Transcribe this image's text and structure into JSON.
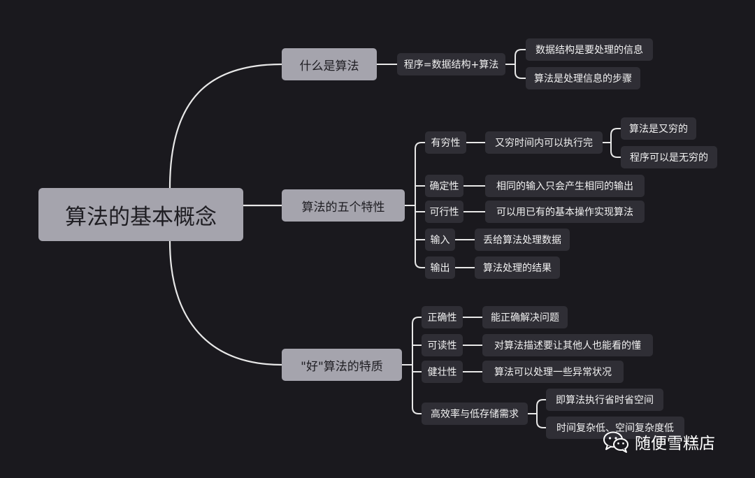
{
  "root": "算法的基本概念",
  "what": {
    "label": "什么是算法",
    "child": "程序=数据结构+算法",
    "leaves": [
      "数据结构是要处理的信息",
      "算法是处理信息的步骤"
    ]
  },
  "five": {
    "label": "算法的五个特性",
    "finite": {
      "label": "有穷性",
      "desc": "又穷时间内可以执行完",
      "leaves": [
        "算法是又穷的",
        "程序可以是无穷的"
      ]
    },
    "definite": {
      "label": "确定性",
      "desc": "相同的输入只会产生相同的输出"
    },
    "feasible": {
      "label": "可行性",
      "desc": "可以用已有的基本操作实现算法"
    },
    "input": {
      "label": "输入",
      "desc": "丢给算法处理数据"
    },
    "output": {
      "label": "输出",
      "desc": "算法处理的结果"
    }
  },
  "good": {
    "label": "\"好\"算法的特质",
    "correct": {
      "label": "正确性",
      "desc": "能正确解决问题"
    },
    "readable": {
      "label": "可读性",
      "desc": "对算法描述要让其他人也能看的懂"
    },
    "robust": {
      "label": "健壮性",
      "desc": "算法可以处理一些异常状况"
    },
    "efficient": {
      "label": "高效率与低存储需求",
      "leaves": [
        "即算法执行省时省空间",
        "时间复杂低、空间复杂度低"
      ]
    }
  },
  "watermark": {
    "text": "随便雪糕店",
    "icon": "wechat-icon"
  },
  "colors": {
    "background": "#1a191e",
    "primary_node": "#a5a4ad",
    "secondary_node": "#2f2e35",
    "connector": "#e8e8e8"
  }
}
